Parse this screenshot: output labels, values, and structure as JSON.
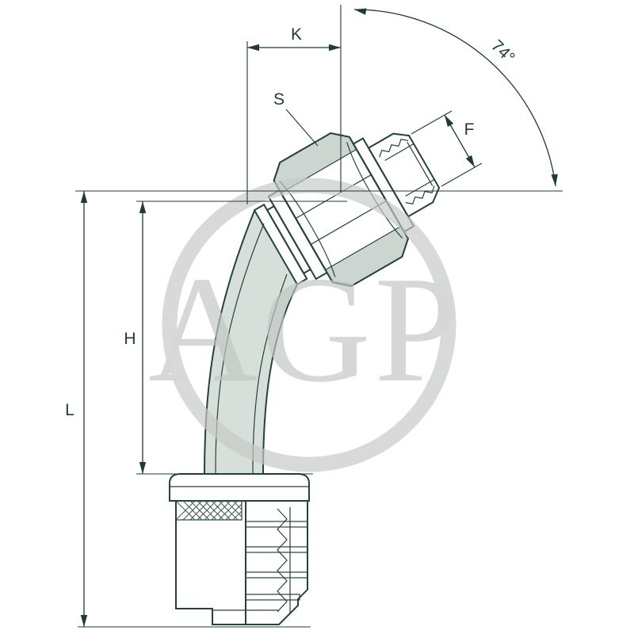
{
  "drawing": {
    "title": "45-degree elbow hose fitting dimensional drawing",
    "line_color": "#24423e",
    "dimension_color": "#1f3b38",
    "fill_light": "#dbe2dd",
    "fill_mid": "#c9d3cd",
    "fill_dark": "#aebcb5",
    "labels": {
      "k": "K",
      "s": "S",
      "f": "F",
      "h": "H",
      "l": "L",
      "angle": "74°"
    },
    "watermark": {
      "text": "AGP",
      "color": "#c6cac8"
    }
  }
}
